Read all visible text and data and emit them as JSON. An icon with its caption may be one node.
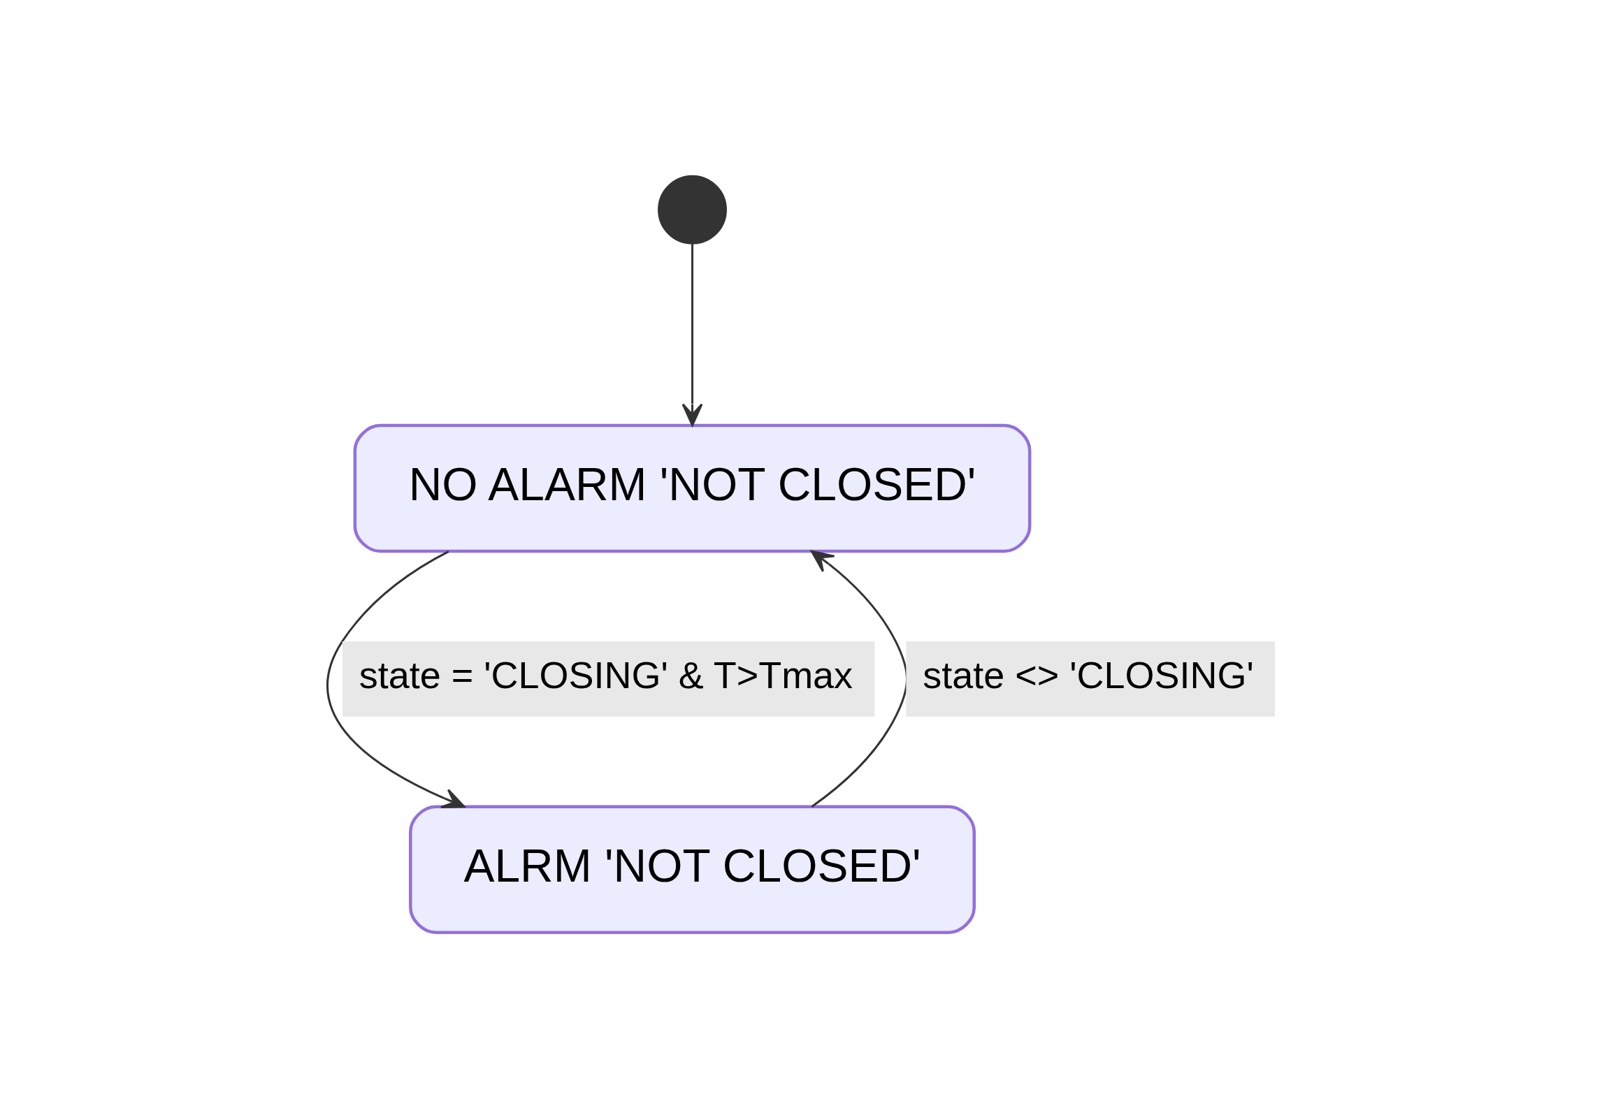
{
  "diagram": {
    "nodes": [
      {
        "text": [],
        "shape": "circle"
      },
      {
        "text": [
          "NO ALARM 'NOT CLOSED'"
        ]
      },
      {
        "text": [
          "ALRM 'NOT CLOSED'"
        ]
      }
    ],
    "edges": [
      {
        "from": 0,
        "to": 1,
        "arrow": "to"
      },
      {
        "from": 1,
        "to": 2,
        "arrow": "to",
        "label": "state = 'CLOSING' & T>Tmax"
      },
      {
        "from": 2,
        "to": 1,
        "arrow": "to",
        "label": "state <> 'CLOSING'"
      }
    ]
  }
}
